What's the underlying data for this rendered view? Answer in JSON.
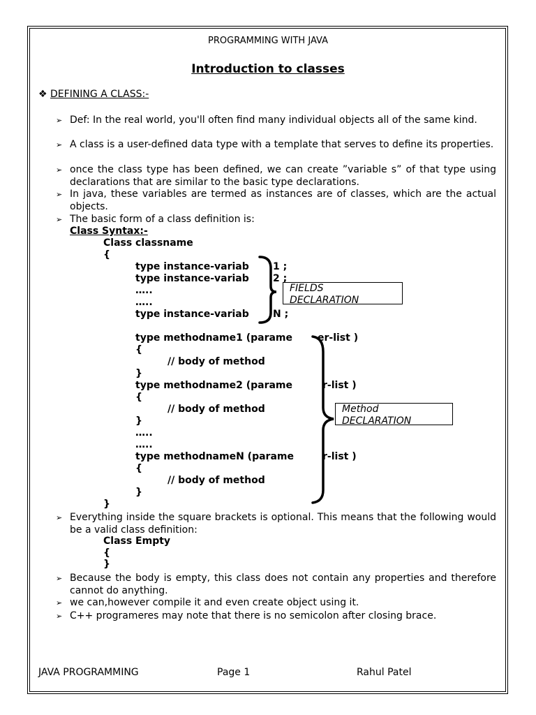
{
  "header": "PROGRAMMING WITH JAVA",
  "title": "Introduction to classes",
  "section": {
    "marker": "❖",
    "label": "DEFINING A CLASS:-"
  },
  "bullets_top": [
    "Def: In the real world, you'll often find many individual objects all of the same kind.",
    "A class is a user-defined data type with a template that serves to define its properties.",
    "once the class type has been defined, we can create ”variable s” of that type using declarations that are similar to the basic type declarations.",
    "In java, these variables are termed as instances are of classes, which are the actual objects.",
    "The basic form of a class definition is:"
  ],
  "syntax_label": "Class Syntax:-",
  "code_lines": [
    "Class classname",
    "{",
    "type instance-variab",
    "1 ;",
    "type instance-variab",
    "2 ;",
    "…..",
    "…..",
    "type instance-variab",
    "N ;",
    "type methodname1 (parame",
    "er-list )",
    "{",
    "// body of method",
    "}",
    "type methodname2 (parame",
    "r-list )",
    "{",
    "// body of method",
    "}",
    "…..",
    "…..",
    "type methodnameN (parame",
    "r-list )",
    "{",
    "// body of method",
    "}",
    "}"
  ],
  "fields_label": [
    "FIELDS",
    "DECLARATION"
  ],
  "method_label": [
    "Method",
    "DECLARATION"
  ],
  "bullets_bottom": [
    "Everything inside the square brackets is optional. This means that the following would be a valid class definition:",
    "Because the body is empty, this class does not contain any properties and therefore cannot do anything.",
    "we can,however compile it and even create object using it.",
    "C++ programeres may note that there is no semicolon after closing brace."
  ],
  "empty_class": [
    "Class Empty",
    "{",
    "}"
  ],
  "arrow_glyph": "➢",
  "footer": {
    "left": "JAVA PROGRAMMING",
    "center": "Page 1",
    "right": "Rahul Patel"
  }
}
